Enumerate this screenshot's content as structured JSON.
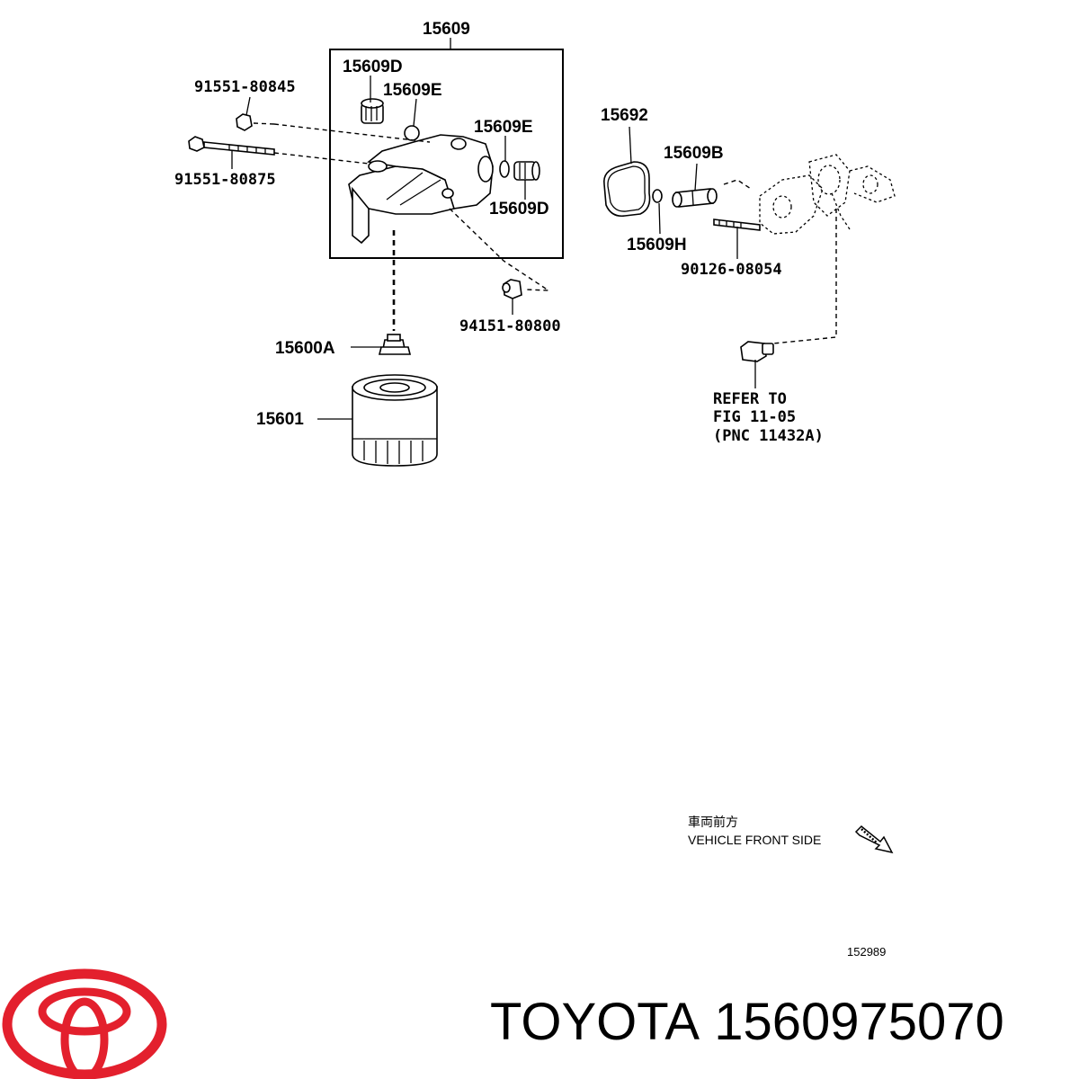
{
  "labels": {
    "part_15609": "15609",
    "part_15609D_top": "15609D",
    "part_15609E_top": "15609E",
    "part_15609E_right": "15609E",
    "part_15609D_right": "15609D",
    "part_91551_80845": "91551-80845",
    "part_91551_80875": "91551-80875",
    "part_94151_80800": "94151-80800",
    "part_15600A": "15600A",
    "part_15601": "15601",
    "part_15692": "15692",
    "part_15609B": "15609B",
    "part_15609H": "15609H",
    "part_90126_08054": "90126-08054"
  },
  "refer": {
    "line1": "REFER  TO",
    "line2": "FIG  11-05",
    "line3": "(PNC  11432A)"
  },
  "orientation": {
    "japanese": "車両前方",
    "english": "VEHICLE FRONT SIDE"
  },
  "diagram_id": "152989",
  "brand": {
    "name": "TOYOTA",
    "part_number": "1560975070",
    "logo_color": "#e3202d"
  },
  "icons": {
    "logo": "toyota-logo-icon",
    "arrow": "front-direction-arrow-icon"
  }
}
